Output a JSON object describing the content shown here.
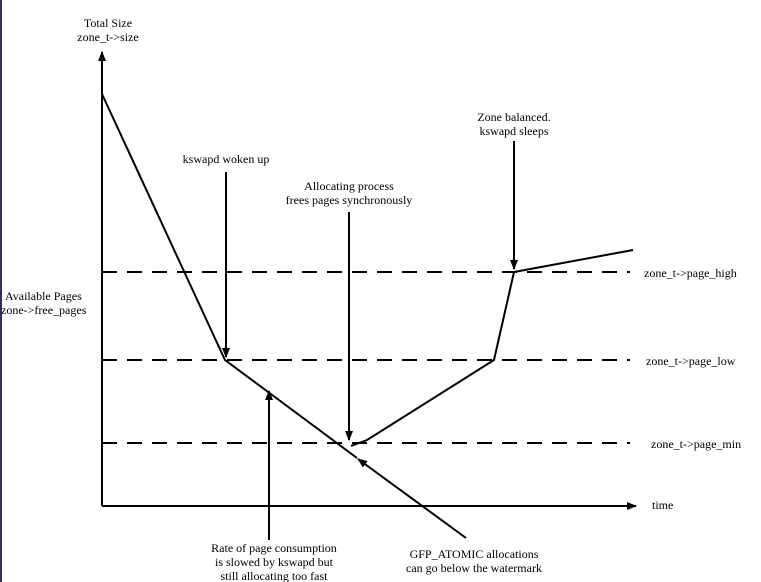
{
  "y_axis": {
    "label_line1": "Total Size",
    "label_line2": "zone_t->size"
  },
  "x_axis": {
    "label": "time"
  },
  "y_quantity": {
    "line1": "Available Pages",
    "line2": "zone->free_pages"
  },
  "watermarks": {
    "high": "zone_t->page_high",
    "low": "zone_t->page_low",
    "min": "zone_t->page_min"
  },
  "annotations": {
    "kswapd_woken": "kswapd woken up",
    "balanced_line1": "Zone balanced.",
    "balanced_line2": "kswapd sleeps",
    "frees_line1": "Allocating process",
    "frees_line2": "frees pages synchronously",
    "rate_line1": "Rate of page consumption",
    "rate_line2": "is slowed by kswapd but",
    "rate_line3": "still allocating too fast",
    "gfp_line1": "GFP_ATOMIC allocations",
    "gfp_line2": "can go below the watermark"
  },
  "colors": {
    "ink": "#000000",
    "background": "#ffffff",
    "frame": "#3a2a6a"
  }
}
